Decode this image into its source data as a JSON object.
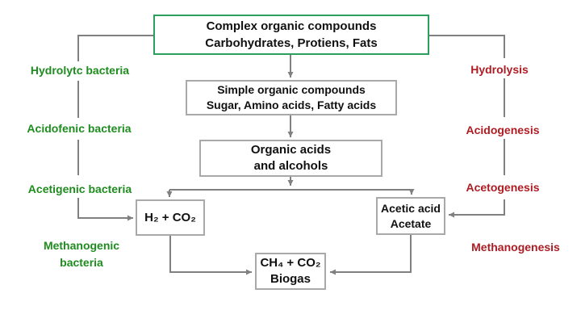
{
  "diagram": {
    "description": "Anaerobic digestion biogas process flowchart",
    "boxes": {
      "complex_organic": {
        "line1": "Complex organic compounds",
        "line2": "Carbohydrates, Protiens, Fats"
      },
      "simple_organic": {
        "line1": "Simple organic compounds",
        "line2": "Sugar, Amino acids, Fatty acids"
      },
      "organic_acids": {
        "line1": "Organic acids",
        "line2": "and alcohols"
      },
      "hydrogen_co2": {
        "line1": "H₂ + CO₂"
      },
      "acetic_acid": {
        "line1": "Acetic acid",
        "line2": "Acetate"
      },
      "biogas": {
        "line1": "CH₄ + CO₂",
        "line2": "Biogas"
      }
    },
    "left_labels": [
      {
        "text": "Hydrolytc bacteria"
      },
      {
        "text": "Acidofenic bacteria"
      },
      {
        "text": "Acetigenic bacteria"
      },
      {
        "text": "Methanogenic bacteria"
      }
    ],
    "right_labels": [
      {
        "text": "Hydrolysis"
      },
      {
        "text": "Acidogenesis"
      },
      {
        "text": "Acetogenesis"
      },
      {
        "text": "Methanogenesis"
      }
    ],
    "colors": {
      "top_box_border": "#2aa05c",
      "left_label_text": "#1e8c1e",
      "right_label_text": "#ae1c23",
      "connector_line": "#808080",
      "box_border": "#a9a9a9",
      "box_text": "#111111",
      "background": "#ffffff"
    }
  }
}
